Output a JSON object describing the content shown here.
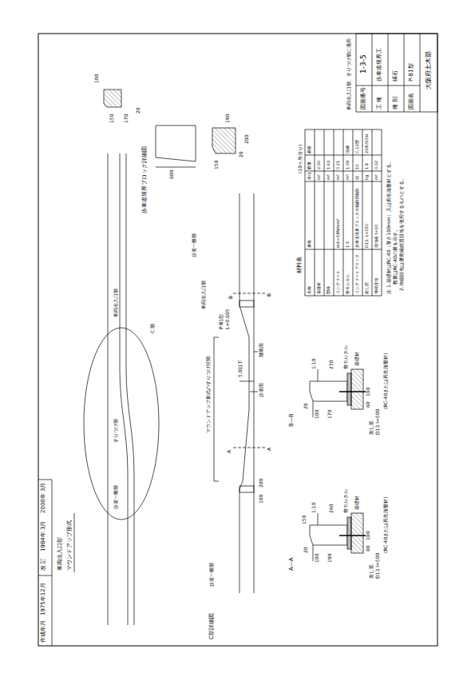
{
  "diagram": {
    "labels": [
      "作成年月",
      "1975年12月",
      "改 訂",
      "1984年 3月",
      "2000年 3月",
      "車両出入口部、すりつけ部に適用",
      "図面番号",
      "1-3-5",
      "工 種",
      "歩車道境界工",
      "種 別",
      "縁石",
      "図面名",
      "P-B1型",
      "大阪府土木部",
      "車両出入口部",
      "マウンドアップ形式",
      "C部詳細図",
      "歩道一般部",
      "すりつけ部",
      "車両出入口部",
      "C 部",
      "歩道一般部",
      "歩道一般部",
      "車両出入口部",
      "マウンドアップ形式のすりつけ区間",
      "P-B1型",
      "L=0.605",
      "B",
      "5.0以下",
      "舗装面",
      "歩道面",
      "A",
      "100",
      "200",
      "B",
      "A",
      "A—A",
      "150",
      "20",
      "100",
      "190",
      "240",
      "1:10",
      "60",
      "100",
      "敷モルタル",
      "基礎材",
      "差し筋",
      "D13 l=500",
      "(RC-40または再生路盤材)",
      "B—B",
      "20",
      "100",
      "170",
      "270",
      "1:10",
      "60",
      "100",
      "敷モルタル",
      "基礎材",
      "差し筋",
      "D13 l=500",
      "(RC-40または再生路盤材)",
      "材料表",
      "(10ヶ所当り)",
      "名称",
      "規格",
      "単位",
      "数量",
      "摘要",
      "基礎材",
      "m²",
      "2.00",
      "型枠",
      "m²",
      "1.63",
      "コンクリート",
      "σck=18N/mm²",
      "m³",
      "0.21",
      "敷モルタル",
      "1:3",
      "m³",
      "1.09",
      "現練",
      "コンクリートブロック",
      "歩車道境界ブロック片面斜切面取",
      "個",
      "10",
      "C-11型",
      "差し筋",
      "D13, L=150",
      "kg",
      "1.8",
      "20本/10m",
      "伸縮目地",
      "目地板 t=10",
      "m²",
      "0.02",
      "注 1.基礎材はRC-40（厚さ100mm）又は再生路盤材とする。",
      "数量はRC-40の量を示す。",
      "2.伸縮目地は瀝青繊維質目地を使用するものとする。",
      "歩車道境界ブロック詳細図",
      "100",
      "150",
      "20",
      "170",
      "600",
      "150",
      "20",
      "190",
      "200"
    ]
  }
}
